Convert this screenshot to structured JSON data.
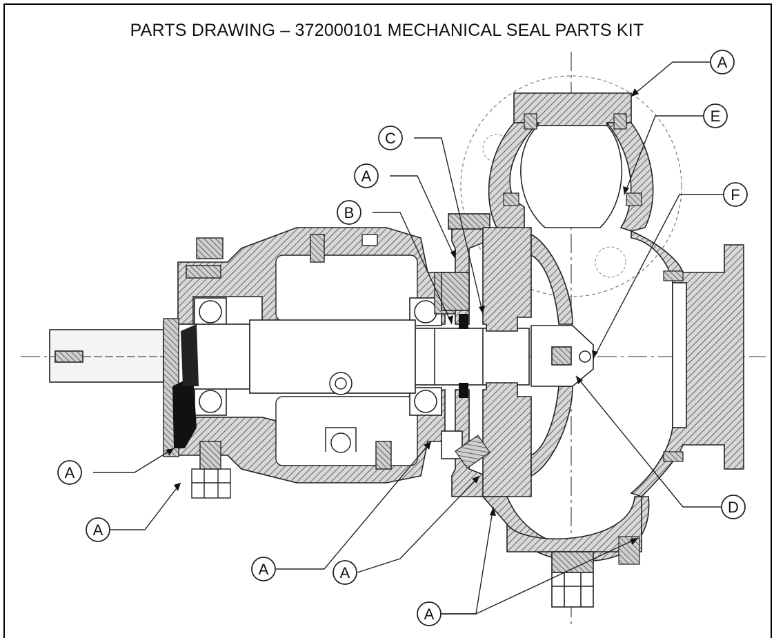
{
  "title": "PARTS DRAWING – 372000101 MECHANICAL SEAL PARTS KIT",
  "callouts": [
    {
      "id": "A-top-right",
      "label": "A"
    },
    {
      "id": "E",
      "label": "E"
    },
    {
      "id": "C",
      "label": "C"
    },
    {
      "id": "A-upper-mid",
      "label": "A"
    },
    {
      "id": "F",
      "label": "F"
    },
    {
      "id": "B",
      "label": "B"
    },
    {
      "id": "A-left",
      "label": "A"
    },
    {
      "id": "A-left-lower",
      "label": "A"
    },
    {
      "id": "A-mid-lower",
      "label": "A"
    },
    {
      "id": "D",
      "label": "D"
    },
    {
      "id": "A-bottom-mid",
      "label": "A"
    },
    {
      "id": "A-bottom",
      "label": "A"
    }
  ]
}
